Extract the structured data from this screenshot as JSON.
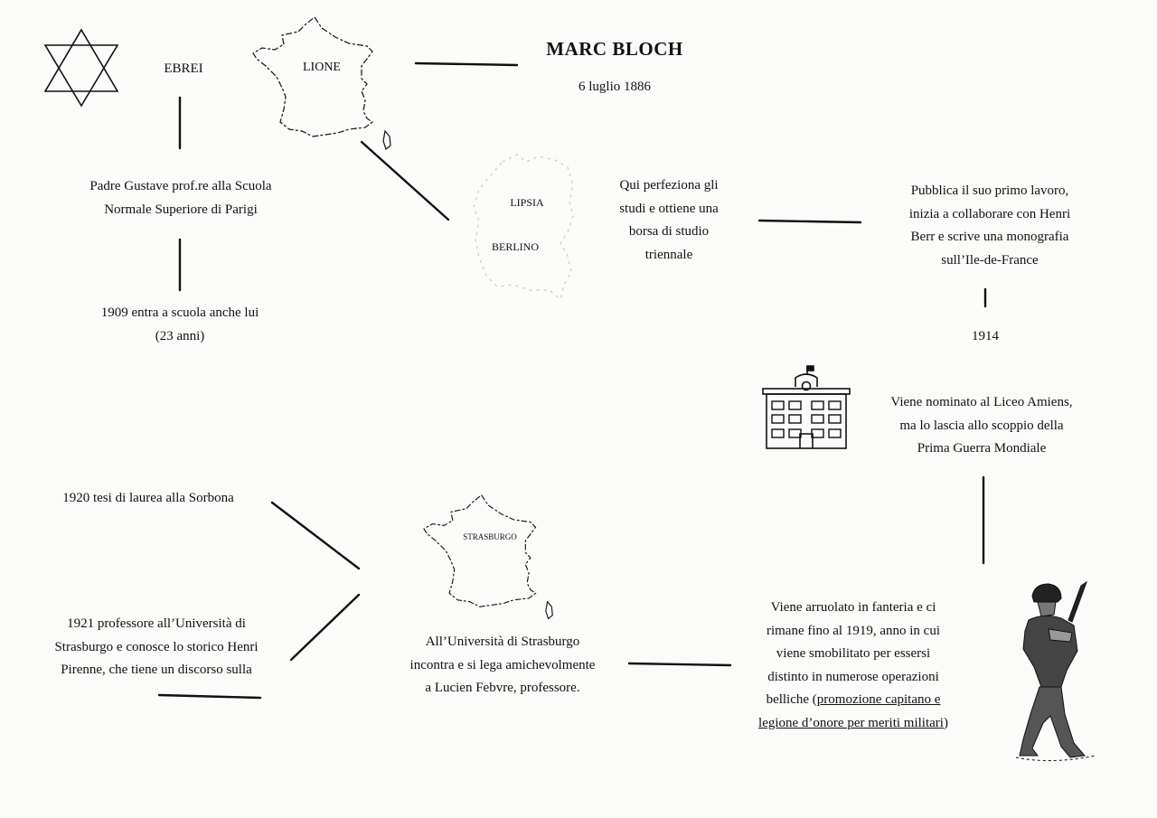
{
  "title": "MARC BLOCH",
  "birth_date": "6 luglio 1886",
  "labels": {
    "ebrei": "EBREI",
    "lione": "LIONE",
    "lipsia": "LIPSIA",
    "berlino": "BERLINO",
    "strasburgo": "STRASBURGO"
  },
  "nodes": {
    "father": [
      "Padre Gustave prof.re alla Scuola",
      "Normale Superiore di Parigi"
    ],
    "school_1909": [
      "1909 entra a scuola anche lui",
      "(23 anni)"
    ],
    "studies": [
      "Qui perfeziona gli",
      "studi e ottiene una",
      "borsa di studio",
      "triennale"
    ],
    "first_work": [
      "Pubblica il suo primo lavoro,",
      "inizia a collaborare con Henri",
      "Berr e scrive una monografia",
      "sull’Ile-de-France"
    ],
    "year_1914": "1914",
    "amiens": [
      "Viene nominato al Liceo Amiens,",
      "ma lo lascia allo scoppio della",
      "Prima Guerra Mondiale"
    ],
    "army": [
      "Viene arruolato in fanteria e ci",
      "rimane fino al 1919, anno in cui",
      "viene smobilitato per essersi",
      "distinto in numerose operazioni"
    ],
    "army_b_prefix": "belliche (",
    "army_b_underlined": "promozione capitano e",
    "army_c_underlined": "legione d’onore per meriti militari",
    "army_c_suffix": ")",
    "strasburgo": [
      "All’Università di Strasburgo",
      "incontra e si lega amichevolmente",
      "a Lucien Febvre, professore."
    ],
    "thesis_1920": "1920 tesi di laurea alla Sorbona",
    "prof_1921": [
      "1921 professore all’Università di",
      "Strasburgo e conosce lo storico Henri",
      "Pirenne, che tiene un discorso sulla"
    ]
  },
  "icons": [
    "star-of-david-icon",
    "france-map-icon",
    "germany-map-icon",
    "school-building-icon",
    "soldier-icon"
  ]
}
